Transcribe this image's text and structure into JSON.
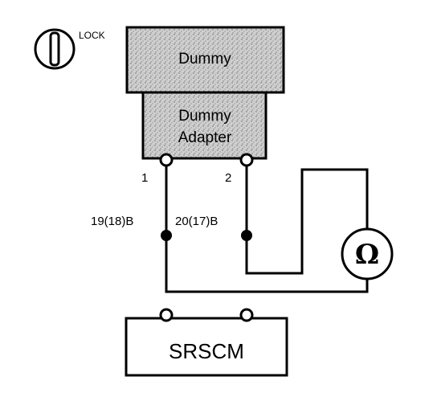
{
  "lock": {
    "label": "LOCK",
    "icon": "ignition-key-lock-icon"
  },
  "dummy": {
    "label": "Dummy"
  },
  "adapter": {
    "line1": "Dummy",
    "line2": "Adapter"
  },
  "terminals": {
    "pin1": "1",
    "pin2": "2"
  },
  "connectors": {
    "left": "19(18)B",
    "right": "20(17)B"
  },
  "meter": {
    "symbol": "Ω",
    "icon": "ohmmeter-icon"
  },
  "srscm": {
    "label": "SRSCM"
  },
  "colors": {
    "stipple_dark": "#888888",
    "stipple_light": "#d0d0d0"
  }
}
